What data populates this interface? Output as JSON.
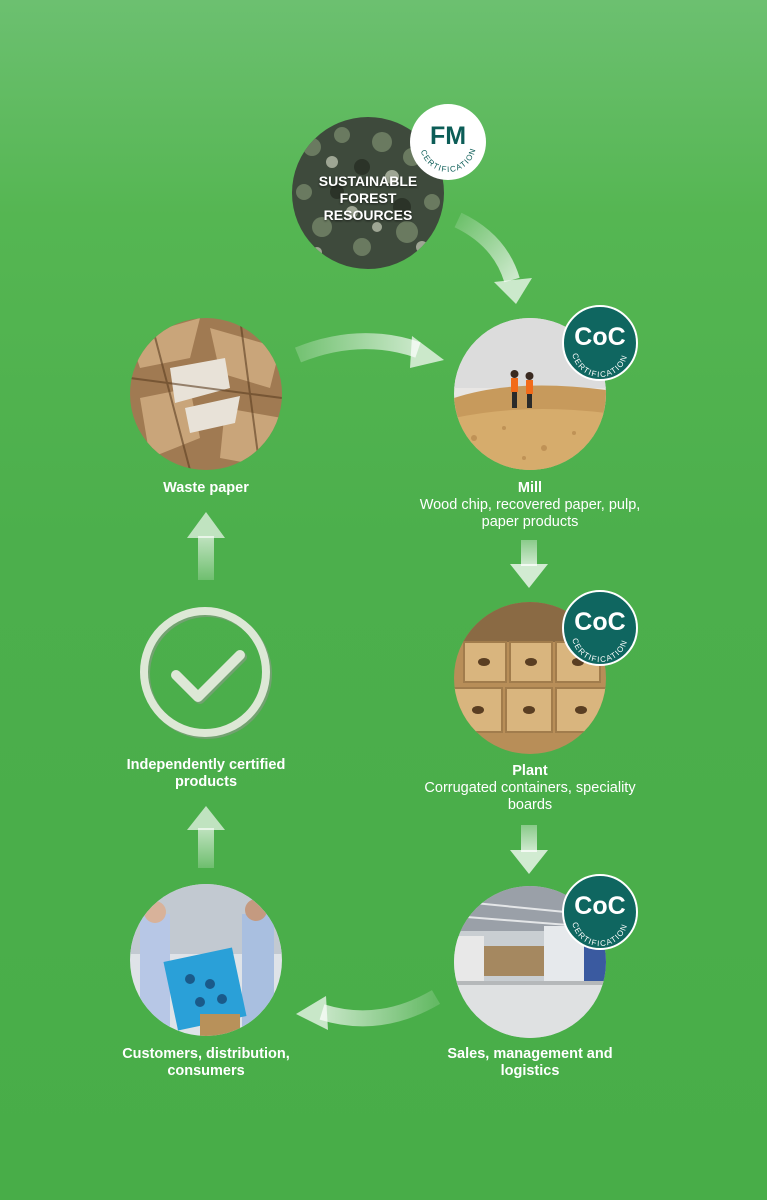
{
  "forest": {
    "label": "SUSTAINABLE FOREST RESOURCES",
    "badge_abbr": "FM",
    "badge_text": "CERTIFICATION"
  },
  "mill": {
    "title": "Mill",
    "subtitle": "Wood chip, recovered paper, pulp, paper products",
    "badge_abbr": "CoC",
    "badge_text": "CERTIFICATION"
  },
  "plant": {
    "title": "Plant",
    "subtitle": "Corrugated containers, speciality boards",
    "badge_abbr": "CoC",
    "badge_text": "CERTIFICATION"
  },
  "sales": {
    "title": "Sales, management and logistics",
    "badge_abbr": "CoC",
    "badge_text": "CERTIFICATION"
  },
  "customers": {
    "title": "Customers, distribution, consumers"
  },
  "certified": {
    "title": "Independently certified products"
  },
  "waste": {
    "title": "Waste paper"
  },
  "colors": {
    "background": "#4caf4c",
    "badge_teal": "#0f6660",
    "arrow": "#b9e0b7"
  },
  "icons": [
    "check-circle-icon",
    "arrow-icon"
  ]
}
